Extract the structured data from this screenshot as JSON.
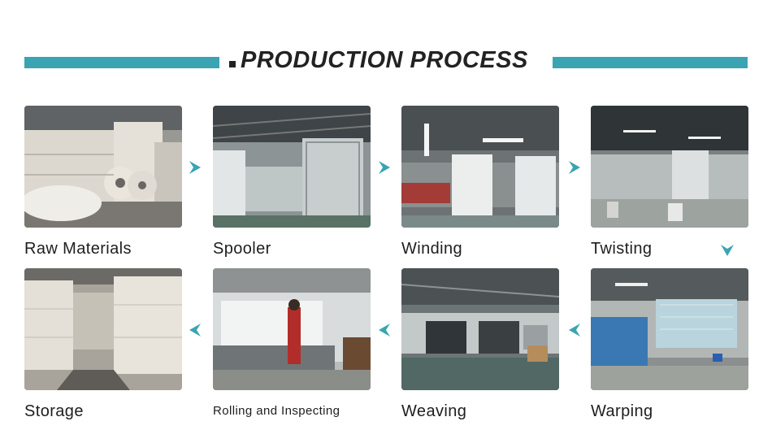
{
  "title": "PRODUCTION PROCESS",
  "accent_color": "#3aa4b2",
  "steps": [
    {
      "label": "Raw Materials"
    },
    {
      "label": "Spooler"
    },
    {
      "label": "Winding"
    },
    {
      "label": "Twisting"
    },
    {
      "label": "Warping"
    },
    {
      "label": "Weaving"
    },
    {
      "label": "Rolling and Inspecting"
    },
    {
      "label": "Storage"
    }
  ],
  "arrows": [
    {
      "direction": "right",
      "icon": "chevron-right-icon"
    },
    {
      "direction": "right",
      "icon": "chevron-right-icon"
    },
    {
      "direction": "right",
      "icon": "chevron-right-icon"
    },
    {
      "direction": "down",
      "icon": "chevron-down-icon"
    },
    {
      "direction": "left",
      "icon": "chevron-left-icon"
    },
    {
      "direction": "left",
      "icon": "chevron-left-icon"
    },
    {
      "direction": "left",
      "icon": "chevron-left-icon"
    }
  ]
}
